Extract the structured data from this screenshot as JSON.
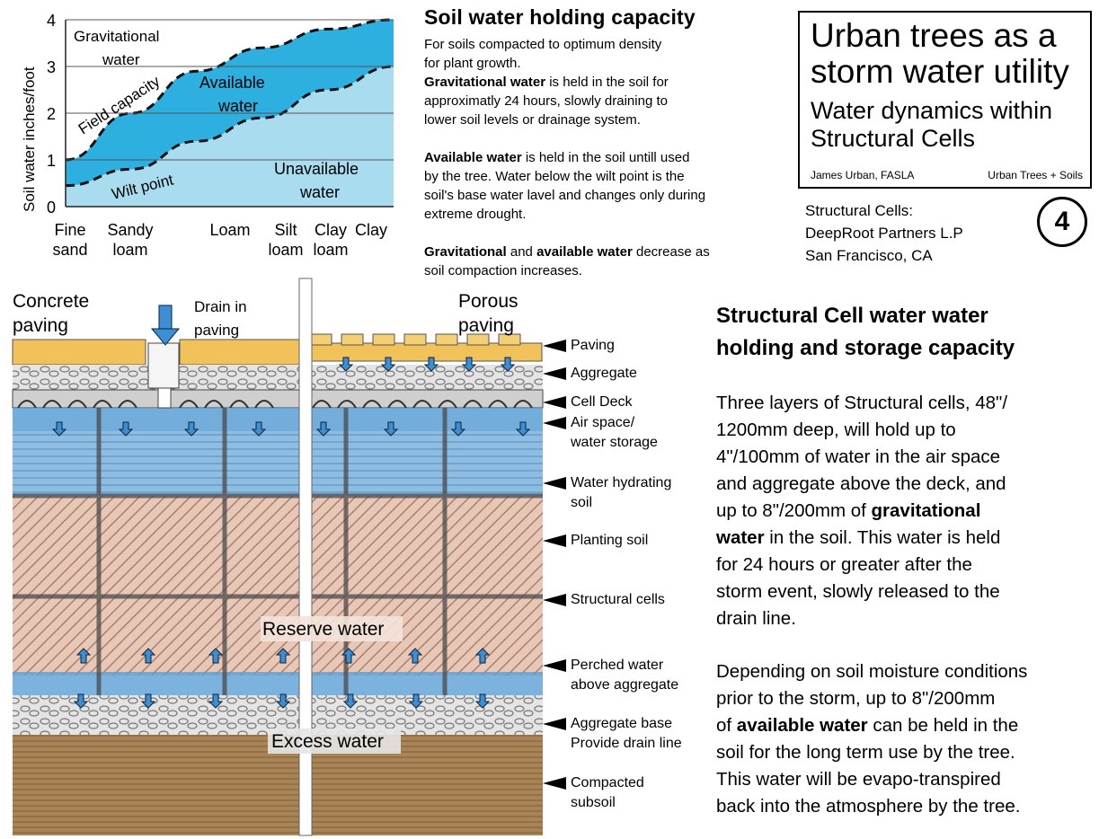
{
  "chart": {
    "ylabel": "Soil water inches/foot",
    "y_ticks": [
      "0",
      "1",
      "2",
      "3",
      "4"
    ],
    "x_ticks": [
      {
        "line1": "Fine",
        "line2": "sand"
      },
      {
        "line1": "Sandy",
        "line2": "loam"
      },
      {
        "line1": "Loam",
        "line2": ""
      },
      {
        "line1": "Silt",
        "line2": "loam"
      },
      {
        "line1": "Clay",
        "line2": "loam"
      },
      {
        "line1": "Clay",
        "line2": ""
      }
    ],
    "region_labels": {
      "gravitational_1": "Gravitational",
      "gravitational_2": "water",
      "field_capacity": "Field capacity",
      "available_1": "Available",
      "available_2": "water",
      "wilt_point": "Wilt point",
      "unavailable_1": "Unavailable",
      "unavailable_2": "water"
    },
    "colors": {
      "available": "#2db0df",
      "unavailable": "#a9dcee",
      "grid": "#555555"
    }
  },
  "chart_data": {
    "type": "area",
    "x": [
      "Fine sand",
      "Sandy loam",
      "Loam",
      "Silt loam",
      "Clay loam",
      "Clay"
    ],
    "series": [
      {
        "name": "Field capacity",
        "values": [
          1.0,
          2.0,
          2.9,
          3.4,
          3.8,
          4.0
        ]
      },
      {
        "name": "Wilt point",
        "values": [
          0.45,
          0.8,
          1.4,
          1.9,
          2.5,
          3.0
        ]
      }
    ],
    "ylabel": "Soil water inches/foot",
    "ylim": [
      0,
      4
    ]
  },
  "capacity": {
    "title": "Soil water holding capacity",
    "intro_1": "For soils compacted to optimum density",
    "intro_2": "for plant growth.",
    "grav_bold": "Gravitational water",
    "grav_rest_1": " is held in the soil for",
    "grav_line2": "approximatly 24 hours, slowly draining to",
    "grav_line3": "lower soil levels or drainage system.",
    "avail_bold": "Available water",
    "avail_rest_1": " is held in the soil untill used",
    "avail_line2": "by the tree.  Water below the wilt point is the",
    "avail_line3": "soil's base water lavel and changes only during",
    "avail_line4": "extreme drought.",
    "dec_bold1": "Gravitational",
    "dec_mid": " and ",
    "dec_bold2": "available water",
    "dec_rest": " decrease as",
    "dec_line2": "soil compaction increases."
  },
  "titlebox": {
    "title_1": "Urban trees as a",
    "title_2": "storm water utility",
    "subtitle_1": "Water dynamics within",
    "subtitle_2": "Structural Cells",
    "author": "James Urban, FASLA",
    "firm": "Urban Trees + Soils"
  },
  "partners": {
    "line1": "Structural Cells:",
    "line2": "DeepRoot Partners L.P",
    "line3": "San Francisco, CA"
  },
  "page_number": "4",
  "structural": {
    "title_1": "Structural Cell water water",
    "title_2": "holding and storage capacity",
    "p1_a": "Three layers of Structural cells, 48\"/",
    "p1_b": "1200mm deep, will hold up to",
    "p1_c": "4\"/100mm of water in the air space",
    "p1_d": "and aggregate above the deck, and",
    "p1_e1": "up to 8\"/200mm of ",
    "p1_e_bold": "gravitational",
    "p1_f_bold": "water",
    "p1_f": " in the soil.  This water is held",
    "p1_g": "for 24 hours or greater after the",
    "p1_h": "storm event, slowly released to the",
    "p1_i": "drain line.",
    "p2_a": "Depending on soil moisture conditions",
    "p2_b": "prior to the storm, up to 8\"/200mm",
    "p2_c1": "of ",
    "p2_c_bold": "available water",
    "p2_c2": " can be held in the",
    "p2_d": "soil for the long term use by the tree.",
    "p2_e": "This water will be evapo-transpired",
    "p2_f": "back into the atmosphere by the tree."
  },
  "section": {
    "concrete_1": "Concrete",
    "concrete_2": "paving",
    "drain_1": "Drain in",
    "drain_2": "paving",
    "porous_1": "Porous",
    "porous_2": "paving",
    "reserve": "Reserve water",
    "excess": "Excess water",
    "layers": [
      {
        "l1": "Paving",
        "l2": ""
      },
      {
        "l1": "Aggregate",
        "l2": ""
      },
      {
        "l1": "Cell Deck",
        "l2": ""
      },
      {
        "l1": "Air space/",
        "l2": "water storage"
      },
      {
        "l1": "Water hydrating",
        "l2": "soil"
      },
      {
        "l1": "Planting soil",
        "l2": ""
      },
      {
        "l1": "Structural cells",
        "l2": ""
      },
      {
        "l1": "Perched water",
        "l2": "above aggregate"
      },
      {
        "l1": "Aggregate base",
        "l2": "Provide drain line"
      },
      {
        "l1": "Compacted",
        "l2": "subsoil"
      }
    ],
    "colors": {
      "paving": "#f2c25a",
      "aggregate": "#d6d6d6",
      "water": "#5b9fd6",
      "soil": "#c89a86",
      "subsoil": "#9e7a50",
      "arrow": "#3b8fd6"
    }
  }
}
